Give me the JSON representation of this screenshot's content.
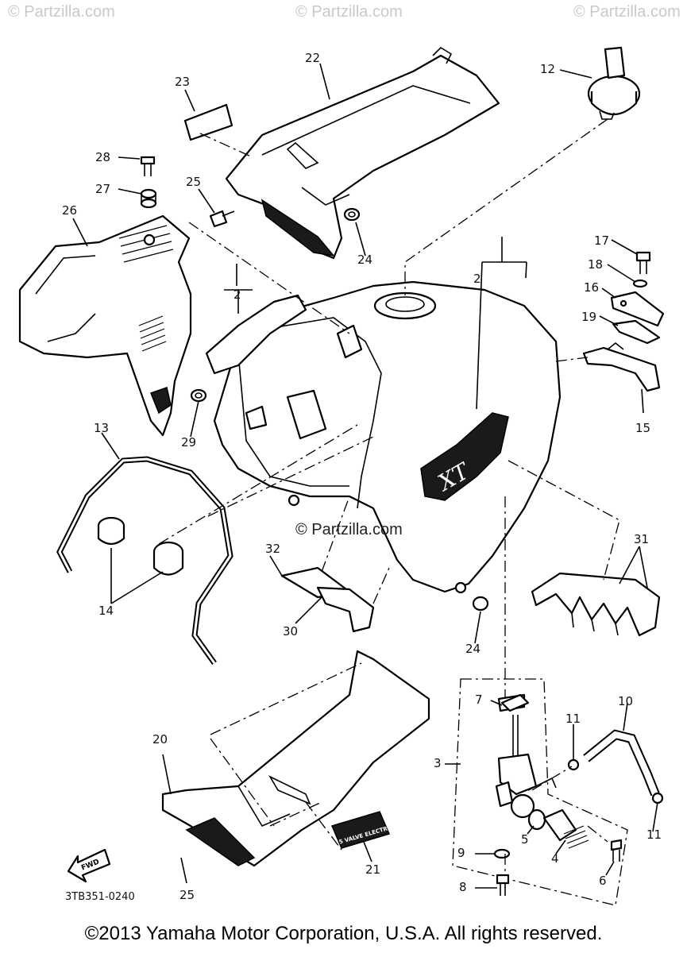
{
  "watermarks": [
    "© Partzilla.com",
    "© Partzilla.com",
    "© Partzilla.com"
  ],
  "center_watermark": "© Partzilla.com",
  "callouts": {
    "c1": "12",
    "c2": "22",
    "c3": "23",
    "c4": "28",
    "c5": "27",
    "c6": "25",
    "c7": "26",
    "c8": "24",
    "c9": "17",
    "c10": "18",
    "c11": "16",
    "c12": "19",
    "c13": "15",
    "c14": "2",
    "c15": "2",
    "c16": "29",
    "c17": "13",
    "c18": "14",
    "c19": "32",
    "c20": "30",
    "c21": "31",
    "c22": "24",
    "c23": "7",
    "c24": "10",
    "c25": "11",
    "c26": "3",
    "c27": "20",
    "c28": "5",
    "c29": "4",
    "c30": "11",
    "c31": "21",
    "c32": "9",
    "c33": "6",
    "c34": "8",
    "c35": "25"
  },
  "fwd_label": "FWD",
  "emblem_text": "XT",
  "decal_text": "5 VALVE ELECTRIC",
  "diagram_code": "3TB351-0240",
  "copyright": "©2013  Yamaha Motor Corporation, U.S.A. All rights reserved."
}
